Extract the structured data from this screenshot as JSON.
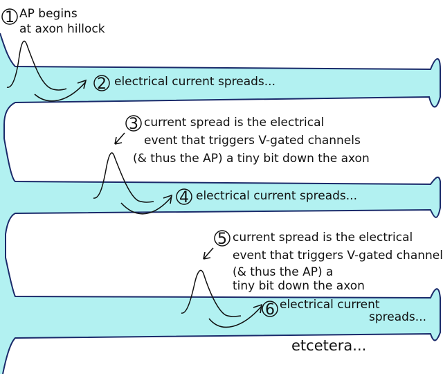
{
  "colors": {
    "axon_fill": "#b2f1f1",
    "axon_outline": "#1a2a6a",
    "ink": "#111111"
  },
  "steps": [
    {
      "number": "1",
      "lines": [
        "AP begins",
        "at axon hillock"
      ]
    },
    {
      "number": "2",
      "lines": [
        "electrical current spreads..."
      ]
    },
    {
      "number": "3",
      "lines": [
        "current spread is the electrical",
        "event that triggers V-gated channels",
        "(& thus the AP) a tiny bit down the axon"
      ]
    },
    {
      "number": "4",
      "lines": [
        "electrical current spreads..."
      ]
    },
    {
      "number": "5",
      "lines": [
        "current spread is the electrical",
        "event that triggers V-gated channels",
        "(& thus the AP) a",
        "tiny bit down the axon"
      ]
    },
    {
      "number": "6",
      "lines": [
        "electrical current",
        "spreads..."
      ]
    }
  ],
  "footer": "etcetera..."
}
